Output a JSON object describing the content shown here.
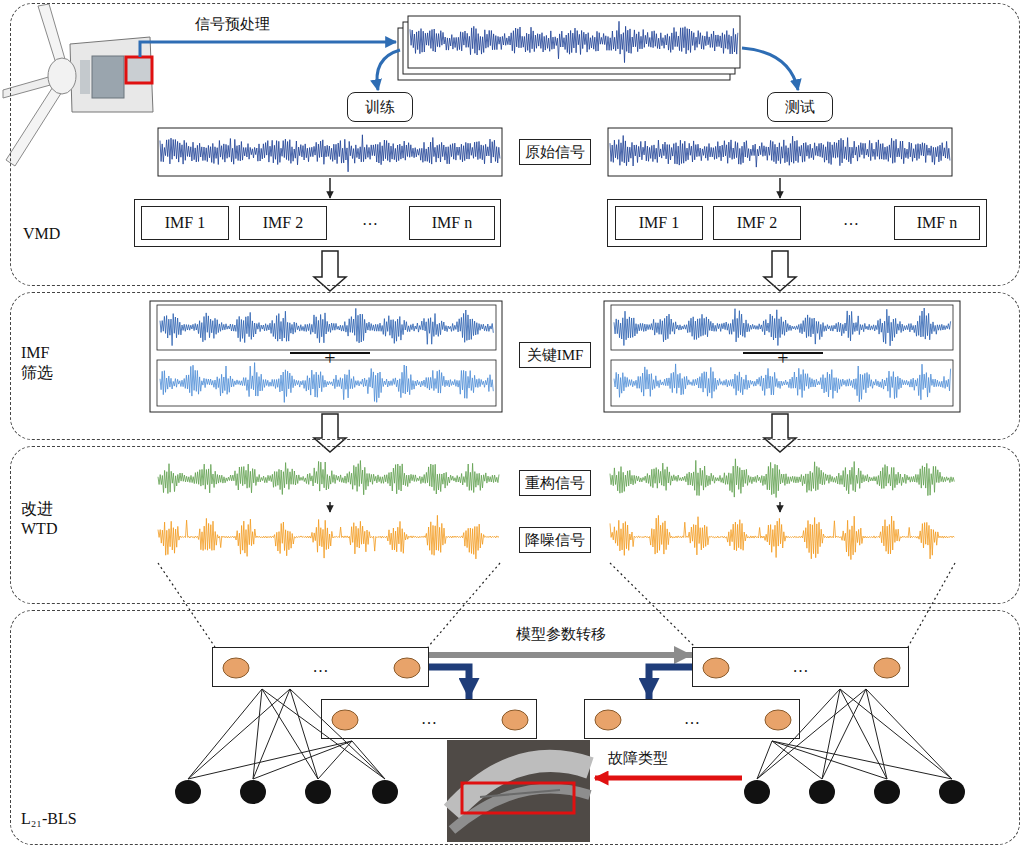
{
  "diagram": {
    "nodes": [
      {
        "text": [
          "VMD"
        ]
      },
      {
        "text": [
          "训练"
        ],
        "in": 0
      },
      {
        "text": [
          "测试"
        ],
        "in": 0
      },
      {
        "text": [
          "原始信号"
        ],
        "in": 0
      },
      {
        "text": [
          "…"
        ],
        "in": 0
      },
      {
        "text": [
          "IMF 1"
        ],
        "in": 4
      },
      {
        "text": [
          "IMF 2"
        ],
        "in": 4
      },
      {
        "text": [
          "IMF n"
        ],
        "in": 4
      },
      {
        "text": [
          "…"
        ],
        "in": 0
      },
      {
        "text": [
          "IMF 1"
        ],
        "in": 8
      },
      {
        "text": [
          "IMF 2"
        ],
        "in": 8
      },
      {
        "text": [
          "IMF n"
        ],
        "in": 8
      },
      {
        "text": [
          "IMF 筛选"
        ]
      },
      {
        "text": [
          "关键IMF"
        ],
        "in": 12
      },
      {
        "text": [
          "改进 WTD"
        ]
      },
      {
        "text": [
          "重构信号"
        ],
        "in": 14
      },
      {
        "text": [
          "降噪信号"
        ],
        "in": 14
      },
      {
        "text": [
          "L₂₁-BLS"
        ]
      },
      {
        "text": [
          "…"
        ],
        "in": 17
      },
      {
        "text": [
          "…"
        ],
        "in": 17
      },
      {
        "text": [
          "…"
        ],
        "in": 17
      },
      {
        "text": [
          "…"
        ],
        "in": 17
      }
    ],
    "edges": [
      {
        "from": 18,
        "to": 20,
        "label": "模型参数转移",
        "arrow": "to"
      },
      {
        "from": 18,
        "to": 19,
        "arrow": "to"
      },
      {
        "from": 20,
        "to": 21,
        "arrow": "to"
      }
    ],
    "labels": [
      "信号预处理",
      "+",
      "+",
      "故障类型"
    ]
  }
}
